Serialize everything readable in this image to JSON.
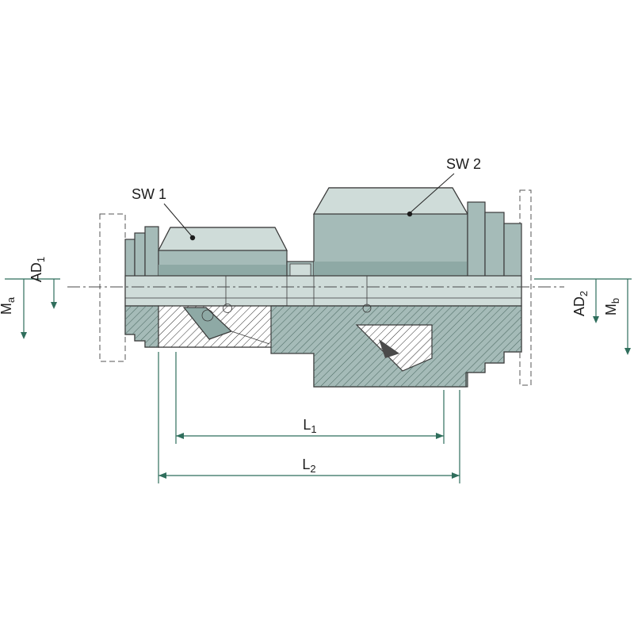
{
  "diagram": {
    "labels": {
      "sw1": "SW 1",
      "sw2": "SW 2",
      "ad1": {
        "main": "AD",
        "sub": "1"
      },
      "ad2": {
        "main": "AD",
        "sub": "2"
      },
      "ma": {
        "main": "M",
        "sub": "a"
      },
      "mb": {
        "main": "M",
        "sub": "b"
      },
      "l1": {
        "main": "L",
        "sub": "1"
      },
      "l2": {
        "main": "L",
        "sub": "2"
      }
    },
    "colors": {
      "body_teal": "#a5bbb8",
      "body_light": "#cfdcd9",
      "body_dark": "#8ea9a5",
      "hatch_dark": "#4d6b64",
      "outline": "#3a3a3a",
      "dimension": "#2f6e5c",
      "text": "#1c1c1c",
      "background": "#ffffff"
    }
  }
}
